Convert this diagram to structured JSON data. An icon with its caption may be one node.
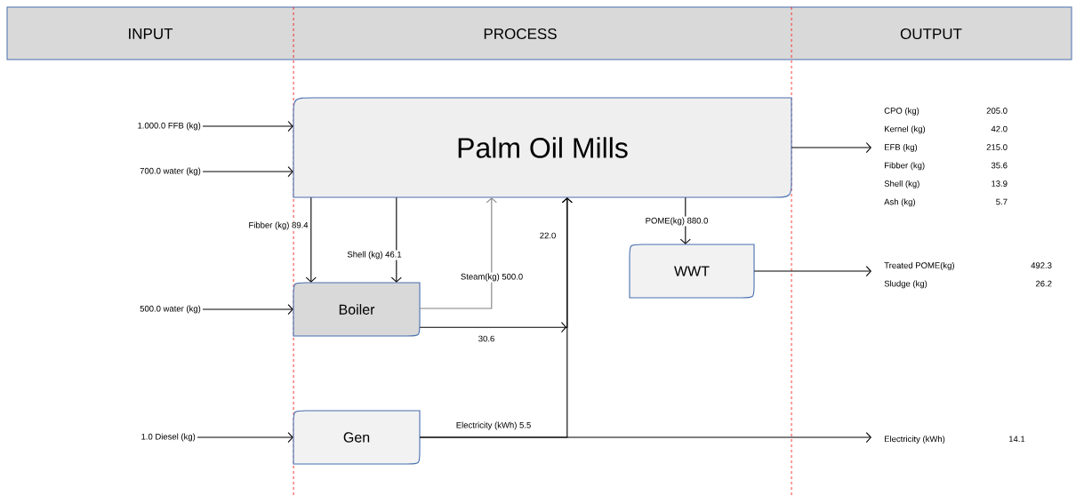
{
  "diagram": {
    "nodes": [
      {
        "text": [
          "INPUT"
        ]
      },
      {
        "text": [
          "PROCESS"
        ]
      },
      {
        "text": [
          "OUTPUT"
        ]
      },
      {
        "text": [
          "1.000.0 FFB (kg)"
        ]
      },
      {
        "text": [
          "700.0 water (kg)"
        ]
      },
      {
        "text": [
          "Palm Oil Mills"
        ]
      },
      {
        "text": [
          "CPO (kg)",
          "205.0",
          "Kernel (kg)",
          "42.0",
          "EFB (kg)",
          "215.0",
          "Fibber (kg)",
          "35.6",
          "Shell (kg)",
          "13.9",
          "Ash (kg)",
          "5.7"
        ]
      },
      {
        "text": [
          "500.0 water (kg)"
        ]
      },
      {
        "text": [
          "Boiler"
        ]
      },
      {
        "text": [
          "WWT"
        ]
      },
      {
        "text": [
          "Treated POME(kg)",
          "492.3",
          "Sludge (kg)",
          "26.2"
        ]
      },
      {
        "text": [
          "1.0 Diesel (kg)"
        ]
      },
      {
        "text": [
          "Gen"
        ]
      },
      {
        "text": [
          "Electricity (kWh)",
          "14.1"
        ]
      }
    ],
    "edges": [
      {
        "from": 3,
        "to": 5,
        "arrow": "to"
      },
      {
        "from": 4,
        "to": 5,
        "arrow": "to"
      },
      {
        "from": 5,
        "to": 6,
        "arrow": "to"
      },
      {
        "from": 5,
        "to": 8,
        "arrow": "to",
        "label": "Fibber (kg) 89.4"
      },
      {
        "from": 5,
        "to": 8,
        "arrow": "to",
        "label": "Shell (kg) 46.1"
      },
      {
        "from": 5,
        "to": 9,
        "arrow": "to",
        "label": "POME(kg) 880.0"
      },
      {
        "from": 7,
        "to": 8,
        "arrow": "to"
      },
      {
        "from": 8,
        "to": 5,
        "arrow": "to",
        "label": "Steam(kg) 500.0",
        "color": "#808080"
      },
      {
        "from": 8,
        "to": 5,
        "arrow": "to",
        "label": "30.6"
      },
      {
        "from": 9,
        "to": 10,
        "arrow": "to"
      },
      {
        "from": 11,
        "to": 12,
        "arrow": "to"
      },
      {
        "from": 12,
        "to": 5,
        "arrow": "to",
        "label": "22.0"
      },
      {
        "from": 12,
        "to": 13,
        "arrow": "to",
        "label": "Electricity (kWh) 5.5"
      }
    ]
  }
}
